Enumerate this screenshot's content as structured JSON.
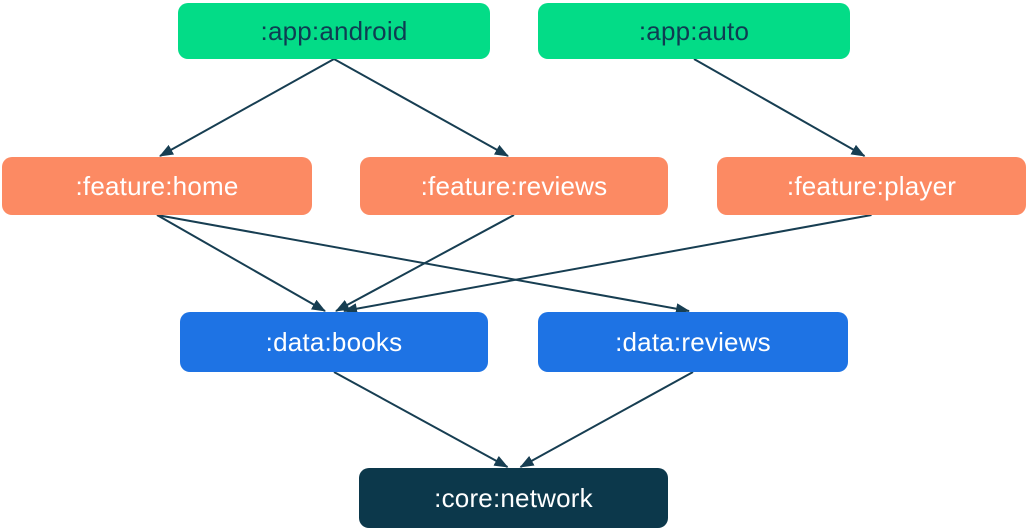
{
  "diagram": {
    "title": "module-dependency-graph",
    "background_color": "#FFFFFF",
    "arrow_color": "#173E52",
    "palette": {
      "app_green": "#03DC87",
      "feature_orange": "#FC8A63",
      "data_blue": "#1E73E4",
      "core_navy": "#0C384B",
      "text_on_green": "#0F3C52",
      "text_on_color": "#FFFFFF"
    },
    "nodes": [
      {
        "id": "app-android",
        "label": ":app:android",
        "color": "#03DC87",
        "text_color": "#0F3C52"
      },
      {
        "id": "app-auto",
        "label": ":app:auto",
        "color": "#03DC87",
        "text_color": "#0F3C52"
      },
      {
        "id": "feature-home",
        "label": ":feature:home",
        "color": "#FC8A63",
        "text_color": "#FFFFFF"
      },
      {
        "id": "feature-reviews",
        "label": ":feature:reviews",
        "color": "#FC8A63",
        "text_color": "#FFFFFF"
      },
      {
        "id": "feature-player",
        "label": ":feature:player",
        "color": "#FC8A63",
        "text_color": "#FFFFFF"
      },
      {
        "id": "data-books",
        "label": ":data:books",
        "color": "#1E73E4",
        "text_color": "#FFFFFF"
      },
      {
        "id": "data-reviews",
        "label": ":data:reviews",
        "color": "#1E73E4",
        "text_color": "#FFFFFF"
      },
      {
        "id": "core-network",
        "label": ":core:network",
        "color": "#0C384B",
        "text_color": "#FFFFFF"
      }
    ],
    "edges": [
      {
        "from": "app-android",
        "to": "feature-home",
        "tdx": 3
      },
      {
        "from": "app-android",
        "to": "feature-reviews",
        "tdx": -6
      },
      {
        "from": "app-auto",
        "to": "feature-player",
        "tdx": -7
      },
      {
        "from": "feature-home",
        "to": "data-books",
        "tdx": -9
      },
      {
        "from": "feature-home",
        "to": "data-reviews",
        "tdx": -4
      },
      {
        "from": "feature-reviews",
        "to": "data-books",
        "tdx": 2
      },
      {
        "from": "feature-player",
        "to": "data-books",
        "tdx": 10
      },
      {
        "from": "data-books",
        "to": "core-network",
        "tdx": -6
      },
      {
        "from": "data-reviews",
        "to": "core-network",
        "tdx": 7
      }
    ]
  }
}
